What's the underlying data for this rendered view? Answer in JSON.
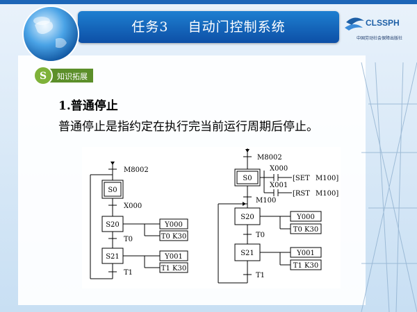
{
  "header": {
    "title": "任务3    自动门控制系统",
    "logo_text": "CLSSPH",
    "logo_subtitle": "中国劳动社会保障出版社"
  },
  "badge": {
    "label": "知识拓展"
  },
  "content": {
    "heading": "1.普通停止",
    "description": "普通停止是指约定在执行完当前运行周期后停止。"
  },
  "diagram_left": {
    "init_condition": "M8002",
    "initial_step": "S0",
    "transition_1": "X000",
    "step_1": "S20",
    "step_1_output": "Y000",
    "step_1_timer": "T0 K30",
    "transition_2": "T0",
    "step_2": "S21",
    "step_2_output": "Y001",
    "step_2_timer": "T1 K30",
    "transition_3": "T1"
  },
  "diagram_right": {
    "init_condition": "M8002",
    "initial_step": "S0",
    "contact_1": "X000",
    "contact_1_instr": "[SET",
    "contact_1_operand": "M100]",
    "contact_2": "X001",
    "contact_2_instr": "[RST",
    "contact_2_operand": "M100]",
    "transition_1": "M100",
    "step_1": "S20",
    "step_1_output": "Y000",
    "step_1_timer": "T0 K30",
    "transition_2": "T0",
    "step_2": "S21",
    "step_2_output": "Y001",
    "step_2_timer": "T1 K30",
    "transition_3": "T1"
  },
  "colors": {
    "header_blue": "#1565c0",
    "badge_green": "#5c8f2a",
    "background_blue": "#cfe3f5"
  }
}
